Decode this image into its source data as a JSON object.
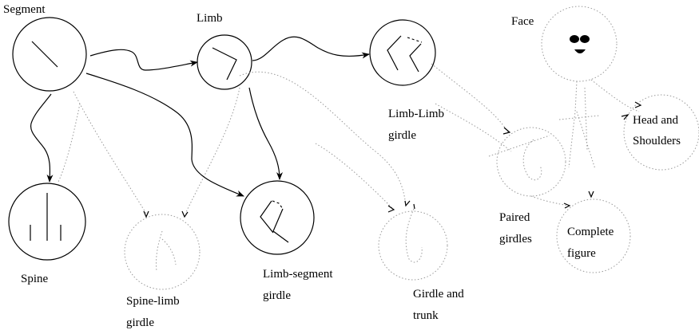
{
  "labels": {
    "segment": "Segment",
    "limb": "Limb",
    "face": "Face",
    "limb_limb_girdle": [
      "Limb-Limb",
      "girdle"
    ],
    "head_and_shoulders": [
      "Head and",
      "Shoulders"
    ],
    "spine": "Spine",
    "spine_limb_girdle": [
      "Spine-limb",
      "girdle"
    ],
    "limb_segment_girdle": [
      "Limb-segment",
      "girdle"
    ],
    "girdle_and_trunk": [
      "Girdle and",
      "trunk"
    ],
    "paired_girdles": [
      "Paired",
      "girdles"
    ],
    "complete_figure": [
      "Complete",
      "figure"
    ]
  }
}
